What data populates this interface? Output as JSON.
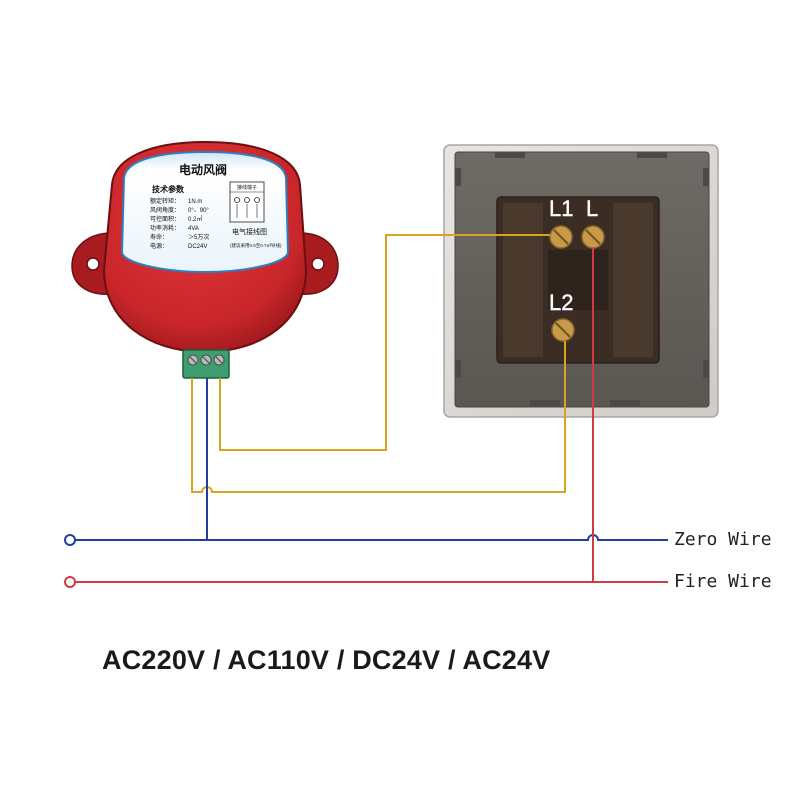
{
  "actuator": {
    "title": "电动风阀",
    "spec_header": "技术参数",
    "specs": [
      {
        "name": "额定转矩：",
        "value": "1N.m"
      },
      {
        "name": "风阀角度：",
        "value": "0°、90°"
      },
      {
        "name": "可控面积：",
        "value": "0.2㎡"
      },
      {
        "name": "功率消耗：",
        "value": "4VA"
      },
      {
        "name": "寿命：",
        "value": "＞5万次"
      },
      {
        "name": "电源：",
        "value": "DC24V"
      }
    ],
    "wiring_box_title": "接线端子",
    "wiring_label": "电气接线图",
    "footnote": "(建议采用0.5至0.7㎡导线)"
  },
  "switch": {
    "terminal_l1": "L1",
    "terminal_l": "L",
    "terminal_l2": "L2"
  },
  "lines": {
    "zero_wire": "Zero Wire",
    "fire_wire": "Fire Wire"
  },
  "voltage_text": "AC220V / AC110V / DC24V / AC24V",
  "colors": {
    "zero_wire": "#1f3f9a",
    "fire_wire": "#d03a44",
    "switched_wire": "#d9a520",
    "actuator_body": "#c8262a",
    "terminal_block": "#3f9e6f"
  }
}
